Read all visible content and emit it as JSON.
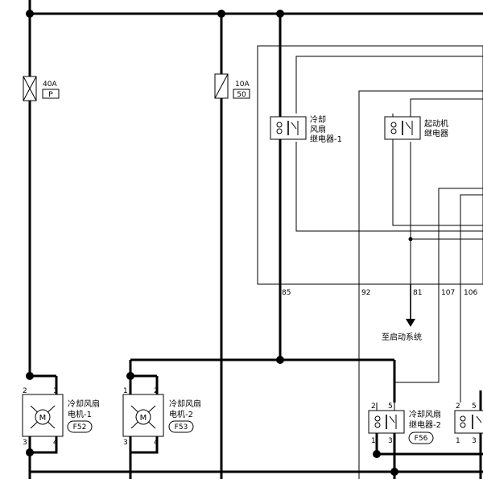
{
  "fuses": [
    {
      "rating": "40A",
      "code": "P"
    },
    {
      "rating": "10A",
      "code": "50"
    }
  ],
  "ecm_pins": [
    "85",
    "92",
    "81",
    "107",
    "106"
  ],
  "relays": [
    {
      "name_line1": "冷却",
      "name_line2": "风扇",
      "name_line3": "继电器-1"
    },
    {
      "name_line1": "起动机",
      "name_line2": "继电器"
    },
    {
      "name_line1": "冷却风扇",
      "name_line2": "继电器-2",
      "connector": "F56",
      "pins": [
        "2",
        "5",
        "1",
        "3"
      ]
    }
  ],
  "start_system_label": "至启动系统",
  "motors": [
    {
      "name_line1": "冷却风扇",
      "name_line2": "电机-1",
      "connector": "F52",
      "pins": [
        "2",
        "1",
        "3",
        "4"
      ]
    },
    {
      "name_line1": "冷却风扇",
      "name_line2": "电机-2",
      "connector": "F53",
      "pins": [
        "1",
        "2",
        "3",
        "4"
      ]
    }
  ],
  "partial_relay_pins": [
    "2",
    "5",
    "1",
    "3"
  ],
  "motor_symbol": "M"
}
